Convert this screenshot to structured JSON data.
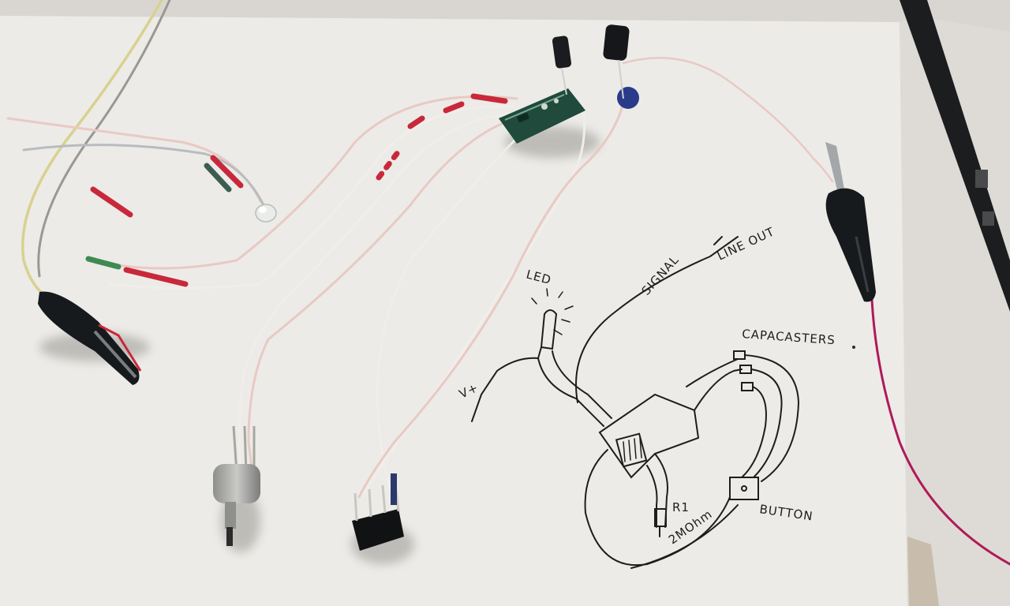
{
  "sketch_labels": {
    "led": "LED",
    "signal": "SIGNAL",
    "line_out": "LINE OUT",
    "capacitors": "CAPACASTERS",
    "vplus": "V+",
    "r1": "R1",
    "r1_value": "2MOhm",
    "button": "BUTTON"
  },
  "colors": {
    "paper": "#eceae6",
    "wire_white": "#f1eeea",
    "wire_pink": "#e9c9c4",
    "wire_yellow": "#d8d190",
    "heatshrink_red": "#c9283a",
    "heatshrink_green": "#3e8a52",
    "pcb_green": "#1f4a3c",
    "clip_black": "#161a1d",
    "wire_magenta": "#b0195a",
    "ink": "#1d1d1d"
  }
}
